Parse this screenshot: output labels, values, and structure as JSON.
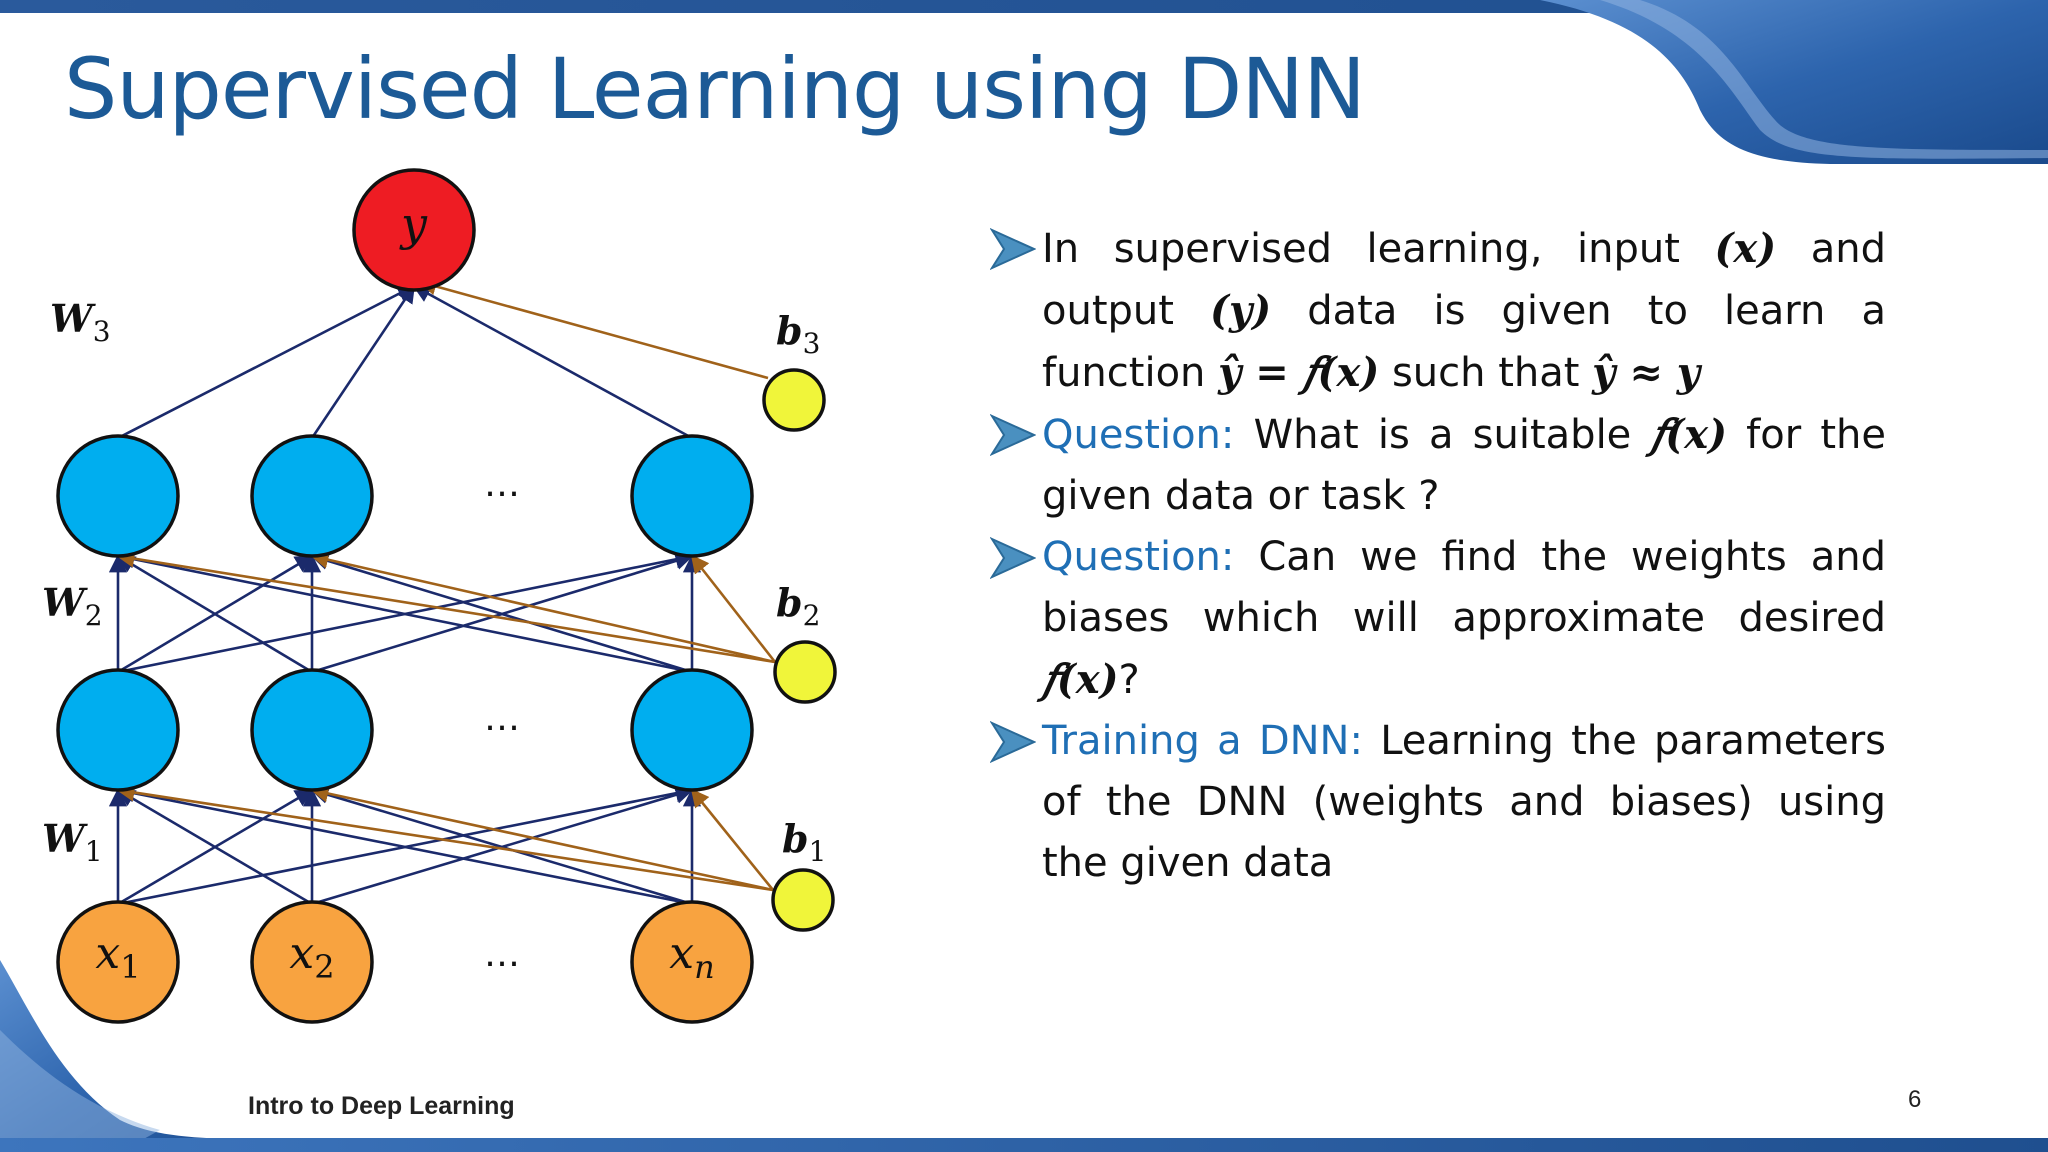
{
  "slide": {
    "title": "Supervised Learning using DNN",
    "footer": "Intro to Deep Learning",
    "page_number": "6"
  },
  "diagram": {
    "output": {
      "label": "y",
      "color": "#ee1c23"
    },
    "hidden_node_color": "#00aeef",
    "input_node_color": "#f8a340",
    "bias_node_color": "#f0f53a",
    "weight_edge_color": "#1b2a6b",
    "bias_edge_color": "#a0621a",
    "weights": [
      {
        "sym": "W",
        "sub": "1"
      },
      {
        "sym": "W",
        "sub": "2"
      },
      {
        "sym": "W",
        "sub": "3"
      }
    ],
    "biases": [
      {
        "sym": "b",
        "sub": "1"
      },
      {
        "sym": "b",
        "sub": "2"
      },
      {
        "sym": "b",
        "sub": "3"
      }
    ],
    "inputs": [
      {
        "sym": "x",
        "sub": "1"
      },
      {
        "sym": "x",
        "sub": "2"
      },
      {
        "sym": "x",
        "sub": "n"
      }
    ],
    "ellipsis": "…"
  },
  "bullets": {
    "b1": {
      "t1": "In supervised learning, input ",
      "x": "(𝒙)",
      "t2": " and output ",
      "y": "(𝒚)",
      "t3": " data is given to learn a function ",
      "expr1": "𝒚̂ = 𝑓(𝒙)",
      "t4": " such that ",
      "expr2": "𝒚̂ ≈ 𝒚"
    },
    "b2": {
      "hl": "Question:",
      "t1": " What is a suitable ",
      "f": "𝑓(𝒙)",
      "t2": " for the given data or task ?"
    },
    "b3": {
      "hl": "Question:",
      "t1": " Can we find the weights and biases which will approximate desired ",
      "f": "𝑓(𝒙)",
      "t2": "?"
    },
    "b4": {
      "hl": "Training a DNN:",
      "t1": " Learning the parameters of the DNN (weights and biases) using the given data"
    }
  }
}
